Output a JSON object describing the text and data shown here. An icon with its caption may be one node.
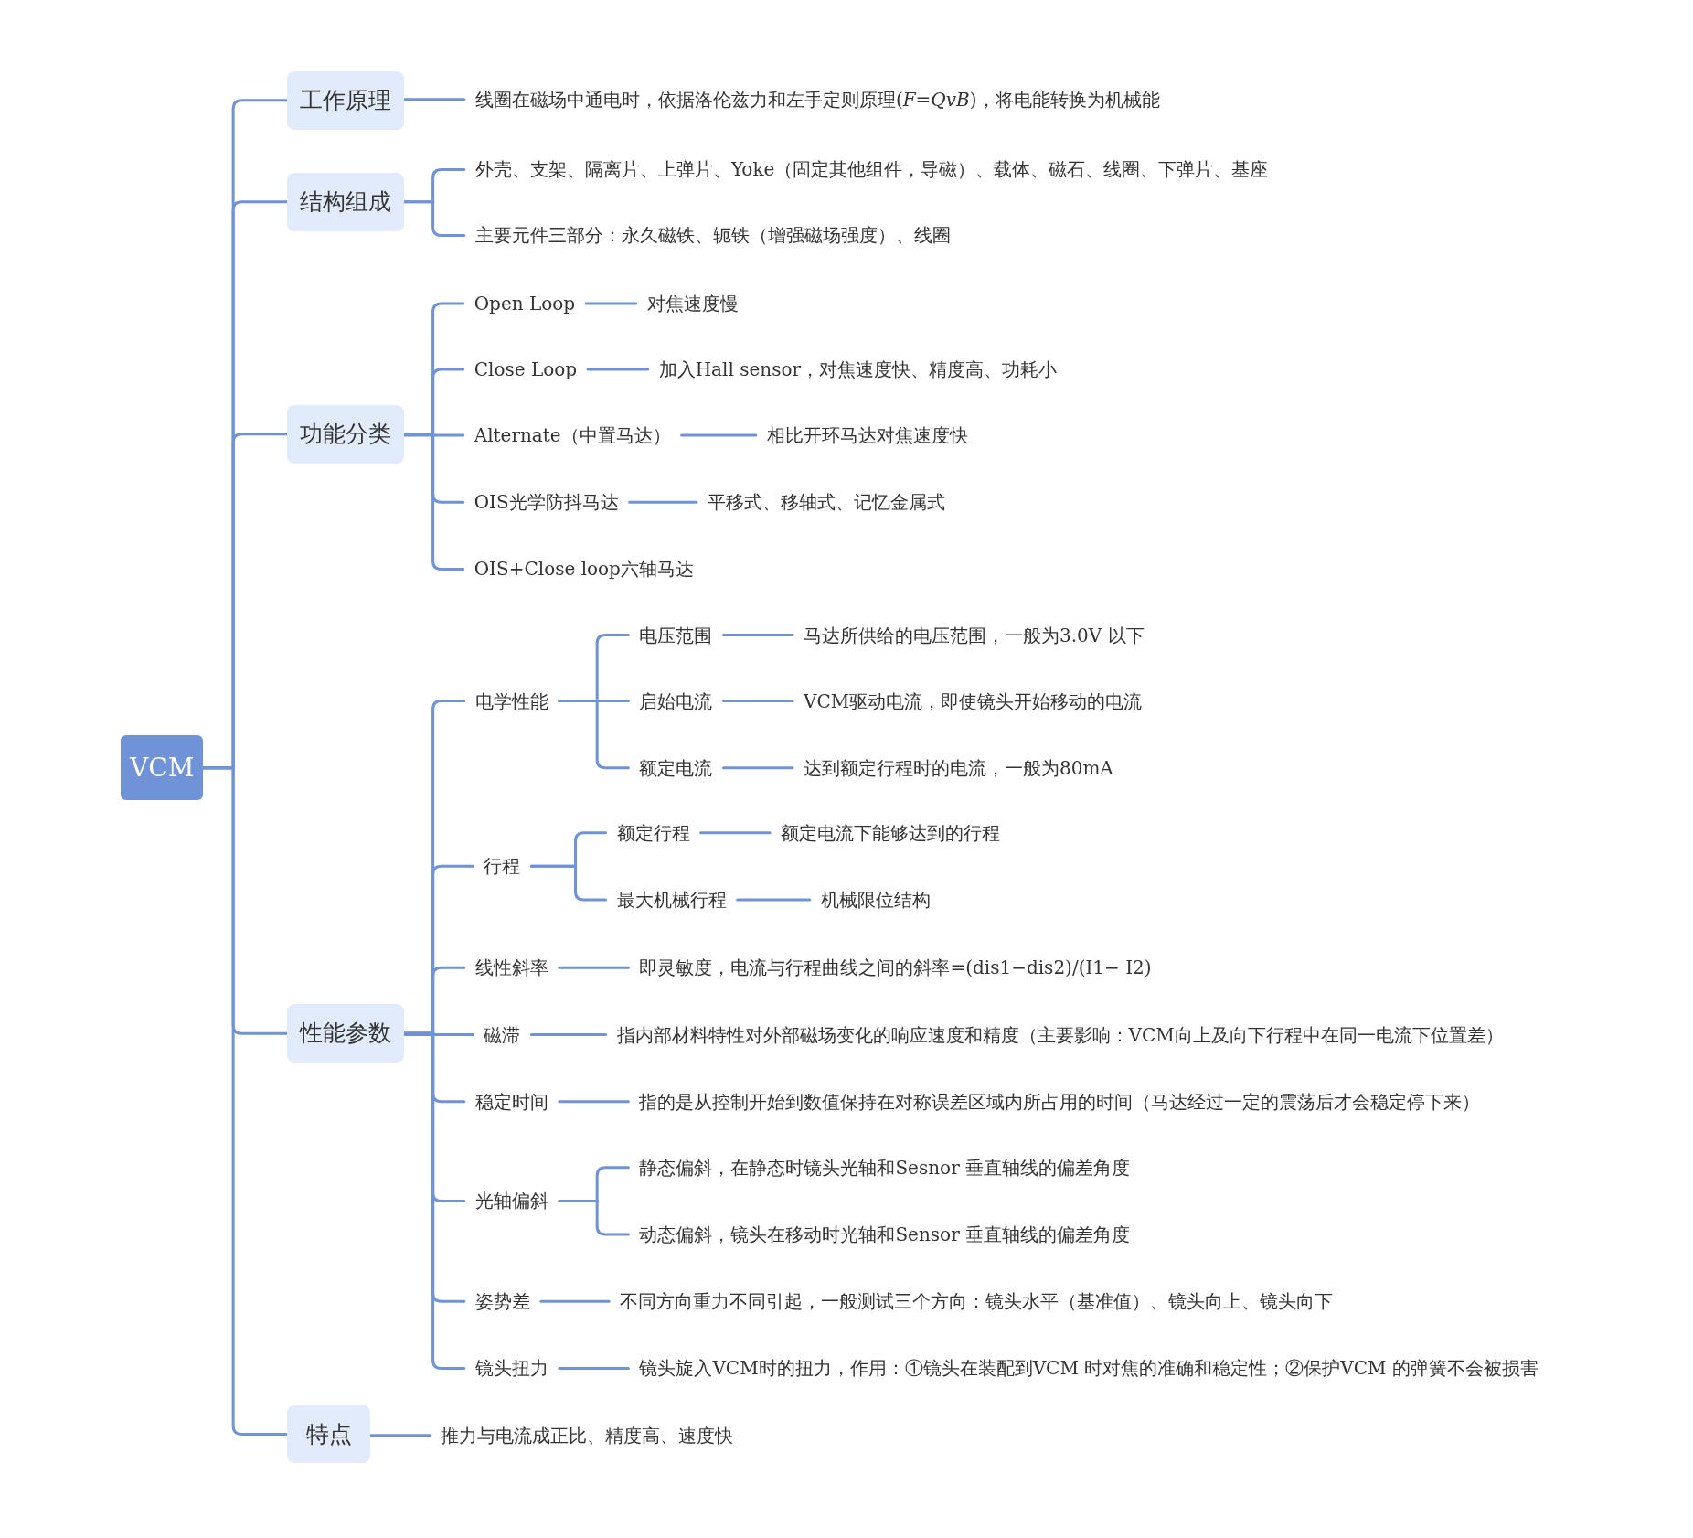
{
  "diagram": {
    "nodes": [
      {
        "text": [
          "VCM"
        ]
      },
      {
        "text": [
          "工作原理"
        ]
      },
      {
        "text": [
          "线圈在磁场中通电时，依据洛伦兹力和左手定则原理(*F*=*QvB*)，将电能转换为机械能"
        ]
      },
      {
        "text": [
          "结构组成"
        ]
      },
      {
        "text": [
          "外壳、支架、隔离片、上弹片、Yoke（固定其他组件，导磁）、载体、磁石、线圈、下弹片、基座"
        ]
      },
      {
        "text": [
          "主要元件三部分：永久磁铁、轭铁（增强磁场强度）、线圈"
        ]
      },
      {
        "text": [
          "功能分类"
        ]
      },
      {
        "text": [
          "Open Loop"
        ]
      },
      {
        "text": [
          "对焦速度慢"
        ]
      },
      {
        "text": [
          "Close Loop"
        ]
      },
      {
        "text": [
          "加入Hall sensor，对焦速度快、精度高、功耗小"
        ]
      },
      {
        "text": [
          "Alternate（中置马达）"
        ]
      },
      {
        "text": [
          "相比开环马达对焦速度快"
        ]
      },
      {
        "text": [
          "OIS光学防抖马达"
        ]
      },
      {
        "text": [
          "平移式、移轴式、记忆金属式"
        ]
      },
      {
        "text": [
          "OIS+Close loop六轴马达"
        ]
      },
      {
        "text": [
          "性能参数"
        ]
      },
      {
        "text": [
          "电学性能"
        ]
      },
      {
        "text": [
          "电压范围"
        ]
      },
      {
        "text": [
          "马达所供给的电压范围，一般为3.0V 以下"
        ]
      },
      {
        "text": [
          "启始电流"
        ]
      },
      {
        "text": [
          "VCM驱动电流，即使镜头开始移动的电流"
        ]
      },
      {
        "text": [
          "额定电流"
        ]
      },
      {
        "text": [
          "达到额定行程时的电流，一般为80mA"
        ]
      },
      {
        "text": [
          "行程"
        ]
      },
      {
        "text": [
          "额定行程"
        ]
      },
      {
        "text": [
          "额定电流下能够达到的行程"
        ]
      },
      {
        "text": [
          "最大机械行程"
        ]
      },
      {
        "text": [
          "机械限位结构"
        ]
      },
      {
        "text": [
          "线性斜率"
        ]
      },
      {
        "text": [
          "即灵敏度，电流与行程曲线之间的斜率=(dis1−dis2)/(I1− I2)"
        ]
      },
      {
        "text": [
          "磁滞"
        ]
      },
      {
        "text": [
          "指内部材料特性对外部磁场变化的响应速度和精度（主要影响：VCM向上及向下行程中在同一电流下位置差）"
        ]
      },
      {
        "text": [
          "稳定时间"
        ]
      },
      {
        "text": [
          "指的是从控制开始到数值保持在对称误差区域内所占用的时间（马达经过一定的震荡后才会稳定停下来）"
        ]
      },
      {
        "text": [
          "光轴偏斜"
        ]
      },
      {
        "text": [
          "静态偏斜，在静态时镜头光轴和Sesnor 垂直轴线的偏差角度"
        ]
      },
      {
        "text": [
          "动态偏斜，镜头在移动时光轴和Sensor 垂直轴线的偏差角度"
        ]
      },
      {
        "text": [
          "姿势差"
        ]
      },
      {
        "text": [
          "不同方向重力不同引起，一般测试三个方向：镜头水平（基准值）、镜头向上、镜头向下"
        ]
      },
      {
        "text": [
          "镜头扭力"
        ]
      },
      {
        "text": [
          "镜头旋入VCM时的扭力，作用：①镜头在装配到VCM 时对焦的准确和稳定性；②保护VCM 的弹簧不会被损害"
        ]
      },
      {
        "text": [
          "特点"
        ]
      },
      {
        "text": [
          "推力与电流成正比、精度高、速度快"
        ]
      }
    ],
    "edges": [
      {
        "from": 0,
        "to": 1,
        "arrow": "none"
      },
      {
        "from": 0,
        "to": 3,
        "arrow": "none"
      },
      {
        "from": 0,
        "to": 6,
        "arrow": "none"
      },
      {
        "from": 0,
        "to": 16,
        "arrow": "none"
      },
      {
        "from": 0,
        "to": 42,
        "arrow": "none"
      },
      {
        "from": 1,
        "to": 2,
        "arrow": "none"
      },
      {
        "from": 3,
        "to": 4,
        "arrow": "none"
      },
      {
        "from": 3,
        "to": 5,
        "arrow": "none"
      },
      {
        "from": 6,
        "to": 7,
        "arrow": "none"
      },
      {
        "from": 6,
        "to": 9,
        "arrow": "none"
      },
      {
        "from": 6,
        "to": 11,
        "arrow": "none"
      },
      {
        "from": 6,
        "to": 13,
        "arrow": "none"
      },
      {
        "from": 6,
        "to": 15,
        "arrow": "none"
      },
      {
        "from": 7,
        "to": 8,
        "arrow": "none"
      },
      {
        "from": 9,
        "to": 10,
        "arrow": "none"
      },
      {
        "from": 11,
        "to": 12,
        "arrow": "none"
      },
      {
        "from": 13,
        "to": 14,
        "arrow": "none"
      },
      {
        "from": 16,
        "to": 17,
        "arrow": "none"
      },
      {
        "from": 16,
        "to": 24,
        "arrow": "none"
      },
      {
        "from": 16,
        "to": 29,
        "arrow": "none"
      },
      {
        "from": 16,
        "to": 31,
        "arrow": "none"
      },
      {
        "from": 16,
        "to": 33,
        "arrow": "none"
      },
      {
        "from": 16,
        "to": 35,
        "arrow": "none"
      },
      {
        "from": 16,
        "to": 38,
        "arrow": "none"
      },
      {
        "from": 16,
        "to": 40,
        "arrow": "none"
      },
      {
        "from": 17,
        "to": 18,
        "arrow": "none"
      },
      {
        "from": 17,
        "to": 20,
        "arrow": "none"
      },
      {
        "from": 17,
        "to": 22,
        "arrow": "none"
      },
      {
        "from": 18,
        "to": 19,
        "arrow": "none"
      },
      {
        "from": 20,
        "to": 21,
        "arrow": "none"
      },
      {
        "from": 22,
        "to": 23,
        "arrow": "none"
      },
      {
        "from": 24,
        "to": 25,
        "arrow": "none"
      },
      {
        "from": 24,
        "to": 27,
        "arrow": "none"
      },
      {
        "from": 25,
        "to": 26,
        "arrow": "none"
      },
      {
        "from": 27,
        "to": 28,
        "arrow": "none"
      },
      {
        "from": 29,
        "to": 30,
        "arrow": "none"
      },
      {
        "from": 31,
        "to": 32,
        "arrow": "none"
      },
      {
        "from": 33,
        "to": 34,
        "arrow": "none"
      },
      {
        "from": 35,
        "to": 36,
        "arrow": "none"
      },
      {
        "from": 35,
        "to": 37,
        "arrow": "none"
      },
      {
        "from": 38,
        "to": 39,
        "arrow": "none"
      },
      {
        "from": 40,
        "to": 41,
        "arrow": "none"
      },
      {
        "from": 42,
        "to": 43,
        "arrow": "none"
      }
    ]
  }
}
